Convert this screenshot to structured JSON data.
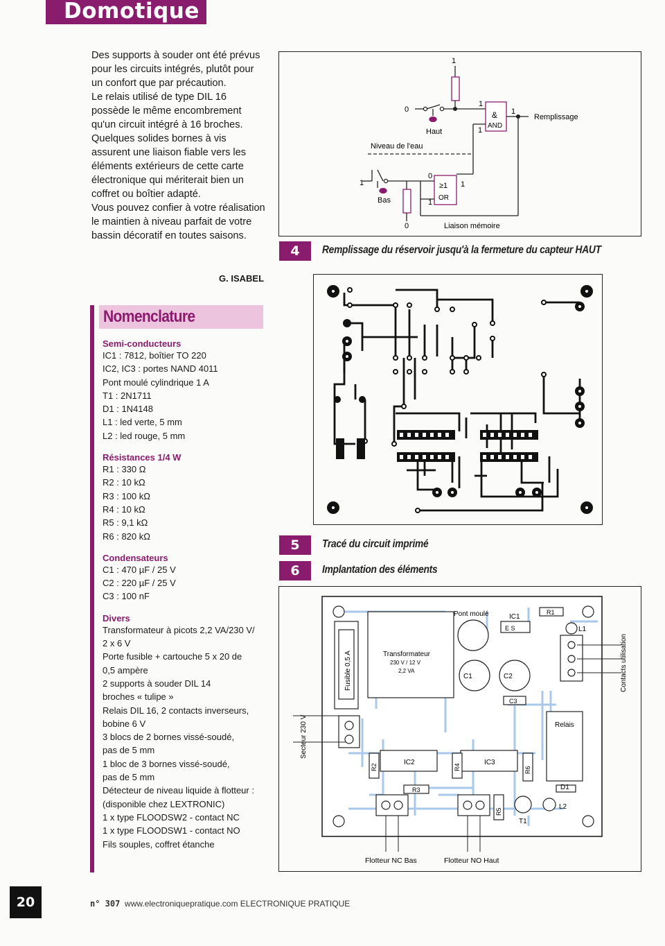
{
  "section": "Domotique",
  "intro_paragraphs": [
    "Des supports à souder ont été prévus pour les circuits intégrés, plutôt pour un confort que par précaution.",
    "Le relais utilisé de type DIL 16 possède le même encombrement qu'un circuit intégré à 16 broches.",
    "Quelques solides bornes à vis assurent une liaison fiable vers les éléments extérieurs de cette carte électronique qui mériterait bien un coffret ou boîtier adapté.",
    "Vous pouvez confier à votre réalisation le maintien à niveau parfait de votre bassin décoratif en toutes saisons."
  ],
  "author": "G. ISABEL",
  "nomenclature": {
    "title": "Nomenclature",
    "categories": [
      {
        "name": "Semi-conducteurs",
        "items": [
          "IC1 : 7812, boîtier TO 220",
          "IC2, IC3 : portes NAND 4011",
          "Pont moulé cylindrique 1 A",
          "T1 : 2N1711",
          "D1 : 1N4148",
          "L1 : led verte, 5 mm",
          "L2 : led rouge, 5 mm"
        ]
      },
      {
        "name": "Résistances 1/4 W",
        "items": [
          "R1 : 330 Ω",
          "R2 : 10 kΩ",
          "R3 : 100 kΩ",
          "R4 : 10 kΩ",
          "R5 : 9,1 kΩ",
          "R6 : 820 kΩ"
        ]
      },
      {
        "name": "Condensateurs",
        "items": [
          "C1 : 470 µF / 25 V",
          "C2 : 220 µF / 25 V",
          "C3 : 100 nF"
        ]
      },
      {
        "name": "Divers",
        "items": [
          "Transformateur à picots 2,2 VA/230 V/",
          "2 x 6 V",
          "Porte fusible + cartouche 5 x 20  de",
          "0,5 ampère",
          "2 supports à souder DIL 14",
          "broches « tulipe »",
          "Relais DIL 16, 2 contacts inverseurs,",
          "bobine 6 V",
          "3 blocs de 2 bornes vissé-soudé,",
          "pas de 5 mm",
          "1 bloc de 3 bornes vissé-soudé,",
          "pas de 5 mm",
          "Détecteur de niveau liquide à flotteur :",
          "(disponible chez LEXTRONIC)",
          "1 x type FLOODSW2 - contact NC",
          "1 x type FLOODSW1 - contact NO",
          "Fils souples, coffret étanche"
        ]
      }
    ]
  },
  "figure4": {
    "number": "4",
    "caption": "Remplissage du réservoir jusqu'à la fermeture du capteur HAUT",
    "labels": {
      "one_top": "1",
      "zero_left": "0",
      "haut": "Haut",
      "niveau": "Niveau de l'eau",
      "one_left": "1",
      "bas": "Bas",
      "zero_or": "0",
      "one_or_in": "1",
      "one_or_out": "1",
      "zero_bottom": "0",
      "and_in_a": "1",
      "and_in_b": "1",
      "and_out": "1",
      "and_sym": "&",
      "and_name": "AND",
      "or_sym": "≥1",
      "or_name": "OR",
      "remplissage": "Remplissage",
      "liaison": "Liaison mémoire"
    }
  },
  "figure5": {
    "number": "5",
    "caption": "Tracé du circuit imprimé"
  },
  "figure6": {
    "number": "6",
    "caption": "Implantation des éléments",
    "labels": {
      "pont": "Pont moulé",
      "ic1": "IC1",
      "ic1_pins": "E  S",
      "r1": "R1",
      "l1": "L1",
      "transfo_line1": "Transformateur",
      "transfo_line2": "230 V / 12 V",
      "transfo_line3": "2,2 VA",
      "fusible": "Fusible 0,5 A",
      "c1": "C1",
      "c2": "C2",
      "c3": "C3",
      "contacts": "Contacts utilisation",
      "secteur": "Secteur 230 V",
      "relais": "Relais",
      "r2": "R2",
      "ic2": "IC2",
      "r4": "R4",
      "ic3": "IC3",
      "r6": "R6",
      "r3": "R3",
      "d1": "D1",
      "l2": "L2",
      "r5": "R5",
      "t1": "T1",
      "flotteur_bas": "Flotteur NC Bas",
      "flotteur_haut": "Flotteur NO Haut"
    }
  },
  "page_number": "20",
  "footer": {
    "issue": "n° 307",
    "website": "www.electroniquepratique.com",
    "magazine": "ELECTRONIQUE PRATIQUE"
  },
  "colors": {
    "accent": "#8a1c6e",
    "accent_light": "#ecc4de",
    "component_outline": "#a9c8ea"
  }
}
